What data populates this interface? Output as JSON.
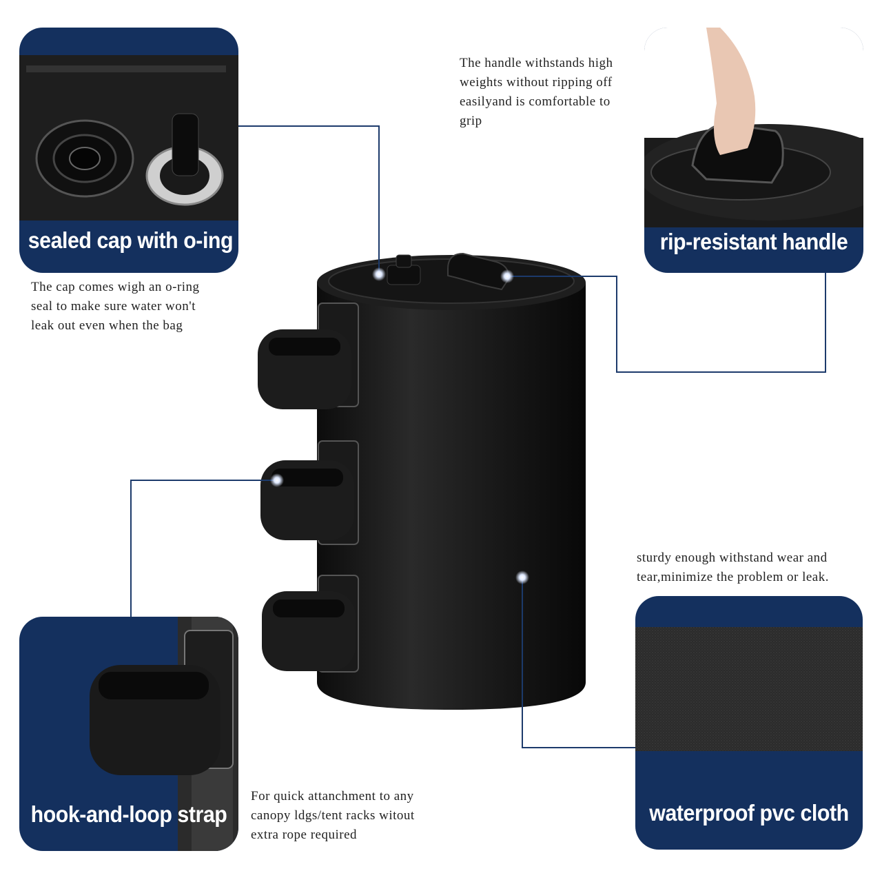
{
  "features": {
    "cap": {
      "title": "sealed cap with o-ing",
      "caption": [
        "The cap comes wigh an o-ring",
        "seal to make sure water won't",
        "leak out even when the bag"
      ]
    },
    "handle": {
      "title": "rip-resistant handle",
      "caption": [
        "The handle withstands high",
        "weights without ripping off",
        "easilyand is comfortable to",
        "grip"
      ]
    },
    "strap": {
      "title": "hook-and-loop strap",
      "caption": [
        "For quick attanchment to any",
        "canopy ldgs/tent racks witout",
        "extra rope required"
      ]
    },
    "cloth": {
      "title": "waterproof pvc cloth",
      "caption": [
        "sturdy enough withstand wear and",
        "tear,minimize the problem or leak."
      ]
    }
  },
  "colors": {
    "card": "#14305e",
    "line": "#1c3a6b",
    "product": "#1a1a1a"
  }
}
